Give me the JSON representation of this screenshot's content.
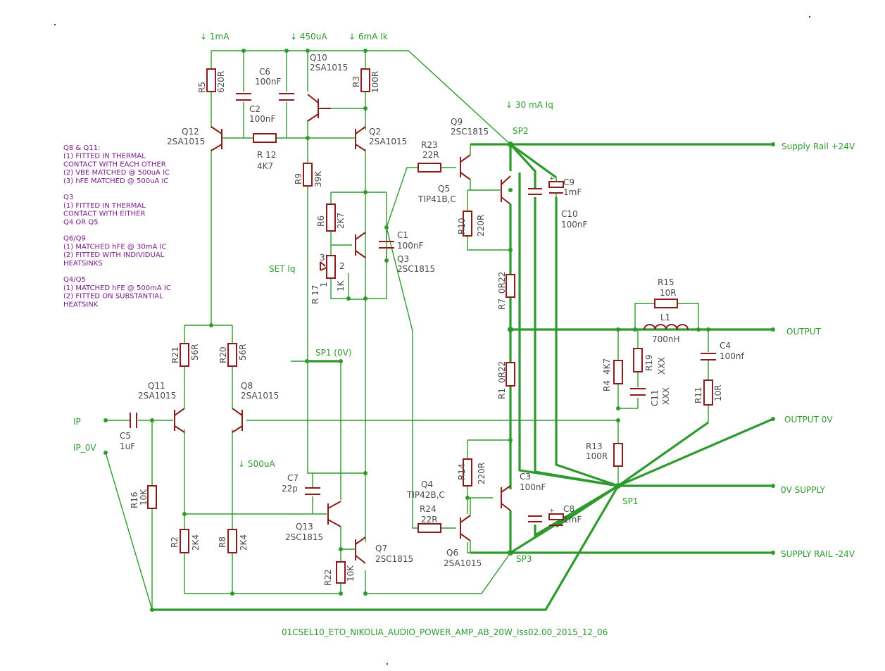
{
  "currents": {
    "c1": "↓ 1mA",
    "c2": "↓ 450uA",
    "c3": "↓ 6mA Ik",
    "c4": "↓ 30 mA Iq",
    "c5": "↓ 500uA"
  },
  "nets": {
    "sp1": "SP1",
    "sp1b": "SP1 (0V)",
    "sp2": "SP2",
    "sp3": "SP3",
    "setiq": "SET Iq",
    "ip": "IP",
    "ip0": "IP_0V",
    "rail_pos": "Supply Rail +24V",
    "output": "OUTPUT",
    "output0": "OUTPUT 0V",
    "supply0": "0V SUPPLY",
    "rail_neg": "SUPPLY RAIL -24V"
  },
  "notes": [
    "Q8 & Q11:",
    "(1) FITTED IN THERMAL",
    "CONTACT WITH EACH OTHER",
    "(2) VBE MATCHED @ 500uA IC",
    "(3) hFE MATCHED @ 500uA IC",
    "",
    "Q3",
    "(1) FITTED IN THERMAL",
    "CONTACT WITH EITHER",
    " Q4 OR Q5",
    "",
    "Q6/Q9",
    "(1) MATCHED hFE @ 30mA IC",
    "(2) FITTED WITH INDIVIDUAL",
    " HEATSINKS",
    "",
    "Q4/Q5",
    "(1) MATCHED hFE @ 500mA IC",
    "(2) FITTED ON SUBSTANTIAL",
    "HEATSINK"
  ],
  "labels": {
    "r5n": "R5",
    "r5v": "620R",
    "r3n": "R3",
    "r3v": "100R",
    "c6n": "C6",
    "c6v": "100nF",
    "c2n": "C2",
    "c2v": "100nF",
    "q10n": "Q10",
    "q10v": "2SA1015",
    "q12n": "Q12",
    "q12v": "2SA1015",
    "q2n": "Q2",
    "q2v": "2SA1015",
    "r12n": "R 12",
    "r12v": "4K7",
    "r9n": "R9",
    "r9v": "39K",
    "r6n": "R6",
    "r6v": "2K7",
    "c1n": "C1",
    "c1v": "100nF",
    "q3n": "Q3",
    "q3v": "2SC1815",
    "r17n": "R 17",
    "r17v": "1K",
    "p1": "1",
    "p2": "2",
    "p3": "3",
    "q9n": "Q9",
    "q9v": "2SC1815",
    "r23n": "R23",
    "r23v": "22R",
    "q5n": "Q5",
    "q5v": "TIP41B,C",
    "r10n": "R10",
    "r10v": "220R",
    "c9n": "C9",
    "c9v": "1mF",
    "c10n": "C10",
    "c10v": "100nF",
    "r7n": "R7",
    "r7v": "0R22",
    "r1n": "R1",
    "r1v": "0R22",
    "r15n": "R15",
    "r15v": "10R",
    "l1n": "L1",
    "l1v": "700nH",
    "r4n": "R4",
    "r4v": "4K7",
    "r19n": "R19",
    "r19v": "XXX",
    "c11n": "C11",
    "c11v": "XXX",
    "c4n": "C4",
    "c4v": "100nf",
    "r11n": "R11",
    "r11v": "10R",
    "r13n": "R13",
    "r13v": "100R",
    "r21n": "R21",
    "r21v": "56R",
    "r20n": "R20",
    "r20v": "56R",
    "q11n": "Q11",
    "q11v": "2SA1015",
    "q8n": "Q8",
    "q8v": "2SA1015",
    "c5n": "C5",
    "c5v": "1uF",
    "r16n": "R16",
    "r16v": "10K",
    "r2n": "R2",
    "r2v": "2K4",
    "r8n": "R8",
    "r8v": "2K4",
    "c7n": "C7",
    "c7v": "22p",
    "q13n": "Q13",
    "q13v": "2SC1815",
    "q7n": "Q7",
    "q7v": "2SC1815",
    "r22n": "R22",
    "r22v": "10K",
    "r14n": "R14",
    "r14v": "220R",
    "q4n": "Q4",
    "q4v": "TIP42B,C",
    "r24n": "R24",
    "r24v": "22R",
    "q6n": "Q6",
    "q6v": "2SA1015",
    "c3n": "C3",
    "c3v": "100nF",
    "c8n": "C8",
    "c8v": "1mF",
    "plus": "+"
  },
  "footer": "01CSEL10_ETO_NIKOLIA_AUDIO_POWER_AMP_AB_20W_Iss02.00_2015_12_06"
}
